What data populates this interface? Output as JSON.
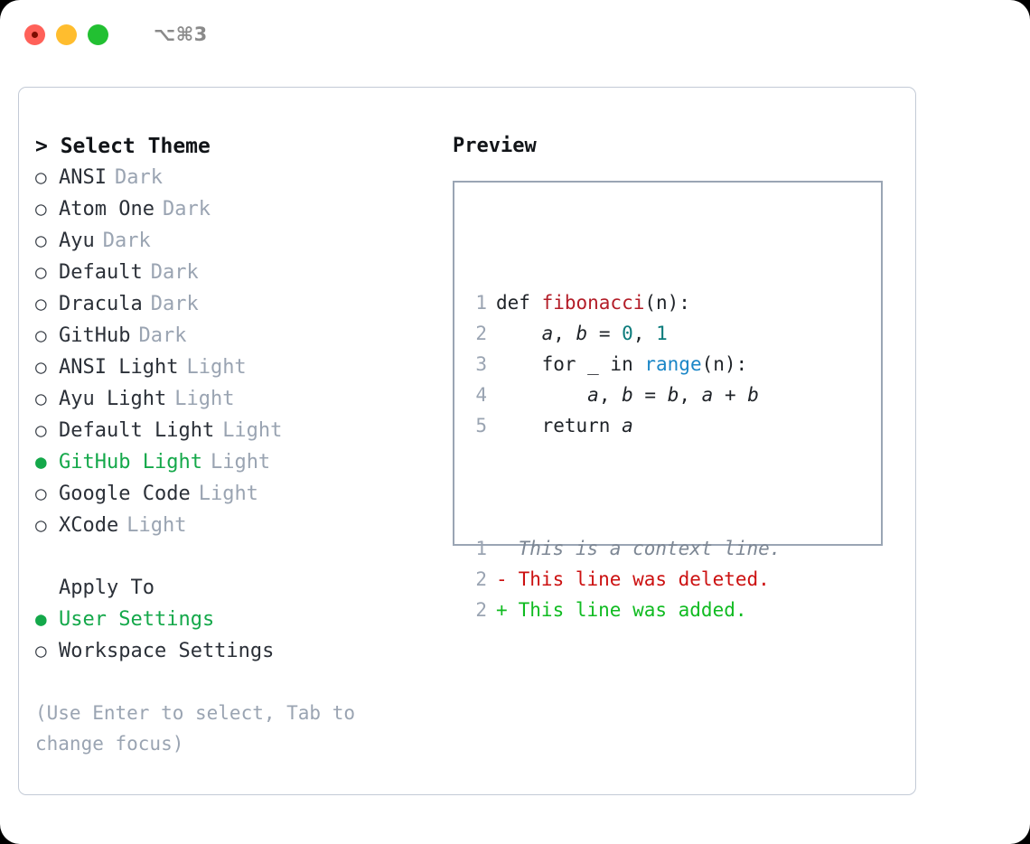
{
  "window": {
    "shortcut": "⌥⌘3",
    "traffic_lights": [
      "close-button",
      "minimize-button",
      "zoom-button"
    ]
  },
  "theme_selector": {
    "heading": "> Select Theme",
    "bullet_selected": "●",
    "bullet_unselected": "○",
    "accent_color": "#14a84a",
    "items": [
      {
        "label": "ANSI",
        "suffix": "Dark",
        "selected": false
      },
      {
        "label": "Atom One",
        "suffix": "Dark",
        "selected": false
      },
      {
        "label": "Ayu",
        "suffix": "Dark",
        "selected": false
      },
      {
        "label": "Default",
        "suffix": "Dark",
        "selected": false
      },
      {
        "label": "Dracula",
        "suffix": "Dark",
        "selected": false
      },
      {
        "label": "GitHub",
        "suffix": "Dark",
        "selected": false
      },
      {
        "label": "ANSI Light",
        "suffix": "Light",
        "selected": false
      },
      {
        "label": "Ayu Light",
        "suffix": "Light",
        "selected": false
      },
      {
        "label": "Default Light",
        "suffix": "Light",
        "selected": false
      },
      {
        "label": "GitHub Light",
        "suffix": "Light",
        "selected": true
      },
      {
        "label": "Google Code",
        "suffix": "Light",
        "selected": false
      },
      {
        "label": "XCode",
        "suffix": "Light",
        "selected": false
      }
    ]
  },
  "apply_to": {
    "heading": "Apply To",
    "items": [
      {
        "label": "User Settings",
        "selected": true
      },
      {
        "label": "Workspace Settings",
        "selected": false
      }
    ]
  },
  "hint": "(Use Enter to select, Tab to change focus)",
  "preview": {
    "title": "Preview",
    "code_lines": [
      {
        "n": "1",
        "tokens": [
          {
            "t": "def ",
            "c": "kw"
          },
          {
            "t": "fibonacci",
            "c": "fn"
          },
          {
            "t": "(n):",
            "c": "punc"
          }
        ]
      },
      {
        "n": "2",
        "tokens": [
          {
            "t": "    ",
            "c": "plain"
          },
          {
            "t": "a",
            "c": "var"
          },
          {
            "t": ", ",
            "c": "punc"
          },
          {
            "t": "b",
            "c": "var"
          },
          {
            "t": " = ",
            "c": "punc"
          },
          {
            "t": "0",
            "c": "num"
          },
          {
            "t": ", ",
            "c": "punc"
          },
          {
            "t": "1",
            "c": "num"
          }
        ]
      },
      {
        "n": "3",
        "tokens": [
          {
            "t": "    for _ in ",
            "c": "kw"
          },
          {
            "t": "range",
            "c": "builtin"
          },
          {
            "t": "(n):",
            "c": "punc"
          }
        ]
      },
      {
        "n": "4",
        "tokens": [
          {
            "t": "        ",
            "c": "plain"
          },
          {
            "t": "a",
            "c": "var"
          },
          {
            "t": ", ",
            "c": "punc"
          },
          {
            "t": "b",
            "c": "var"
          },
          {
            "t": " = ",
            "c": "punc"
          },
          {
            "t": "b",
            "c": "var"
          },
          {
            "t": ", ",
            "c": "punc"
          },
          {
            "t": "a",
            "c": "var"
          },
          {
            "t": " + ",
            "c": "punc"
          },
          {
            "t": "b",
            "c": "var"
          }
        ]
      },
      {
        "n": "5",
        "tokens": [
          {
            "t": "    return ",
            "c": "kw"
          },
          {
            "t": "a",
            "c": "var"
          }
        ]
      }
    ],
    "diff_lines": [
      {
        "n": "1",
        "mark": " ",
        "text": "This is a context line.",
        "kind": "ctx"
      },
      {
        "n": "2",
        "mark": "-",
        "text": "This line was deleted.",
        "kind": "del"
      },
      {
        "n": "2",
        "mark": "+",
        "text": "This line was added.",
        "kind": "add"
      }
    ]
  }
}
